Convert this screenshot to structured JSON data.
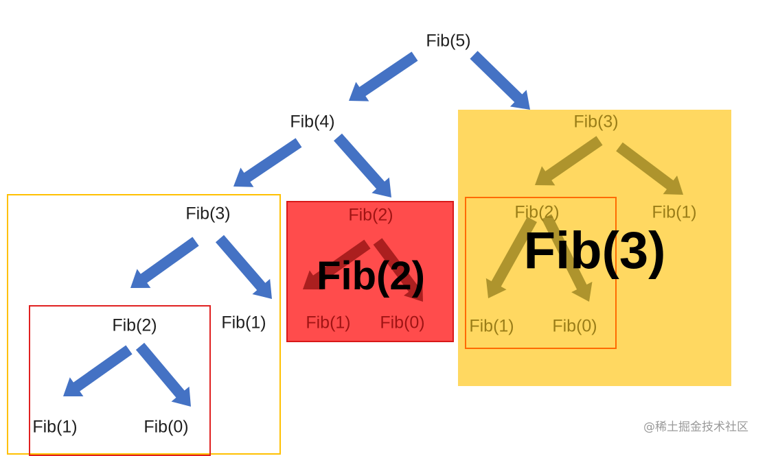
{
  "colors": {
    "arrow": "#4472c4",
    "box_yellow_outline": "#ffc000",
    "box_red_outline": "#e02020",
    "box_red_fill": "#ff0000",
    "box_gold_fill": "#ffc000",
    "box_orange_outline": "#ff6a00"
  },
  "nodes": {
    "root": "Fib(5)",
    "l1_left": "Fib(4)",
    "l1_right": "Fib(3)",
    "l2_a": "Fib(3)",
    "l2_b": "Fib(2)",
    "l2_c": "Fib(2)",
    "l2_d": "Fib(1)",
    "l3_a": "Fib(2)",
    "l3_b": "Fib(1)",
    "l3_c": "Fib(1)",
    "l3_d": "Fib(0)",
    "l3_e": "Fib(1)",
    "l3_f": "Fib(0)",
    "l4_a": "Fib(1)",
    "l4_b": "Fib(0)"
  },
  "overlays": {
    "red_box_title": "Fib(2)",
    "gold_box_title": "Fib(3)"
  },
  "watermark": "@稀土掘金技术社区"
}
